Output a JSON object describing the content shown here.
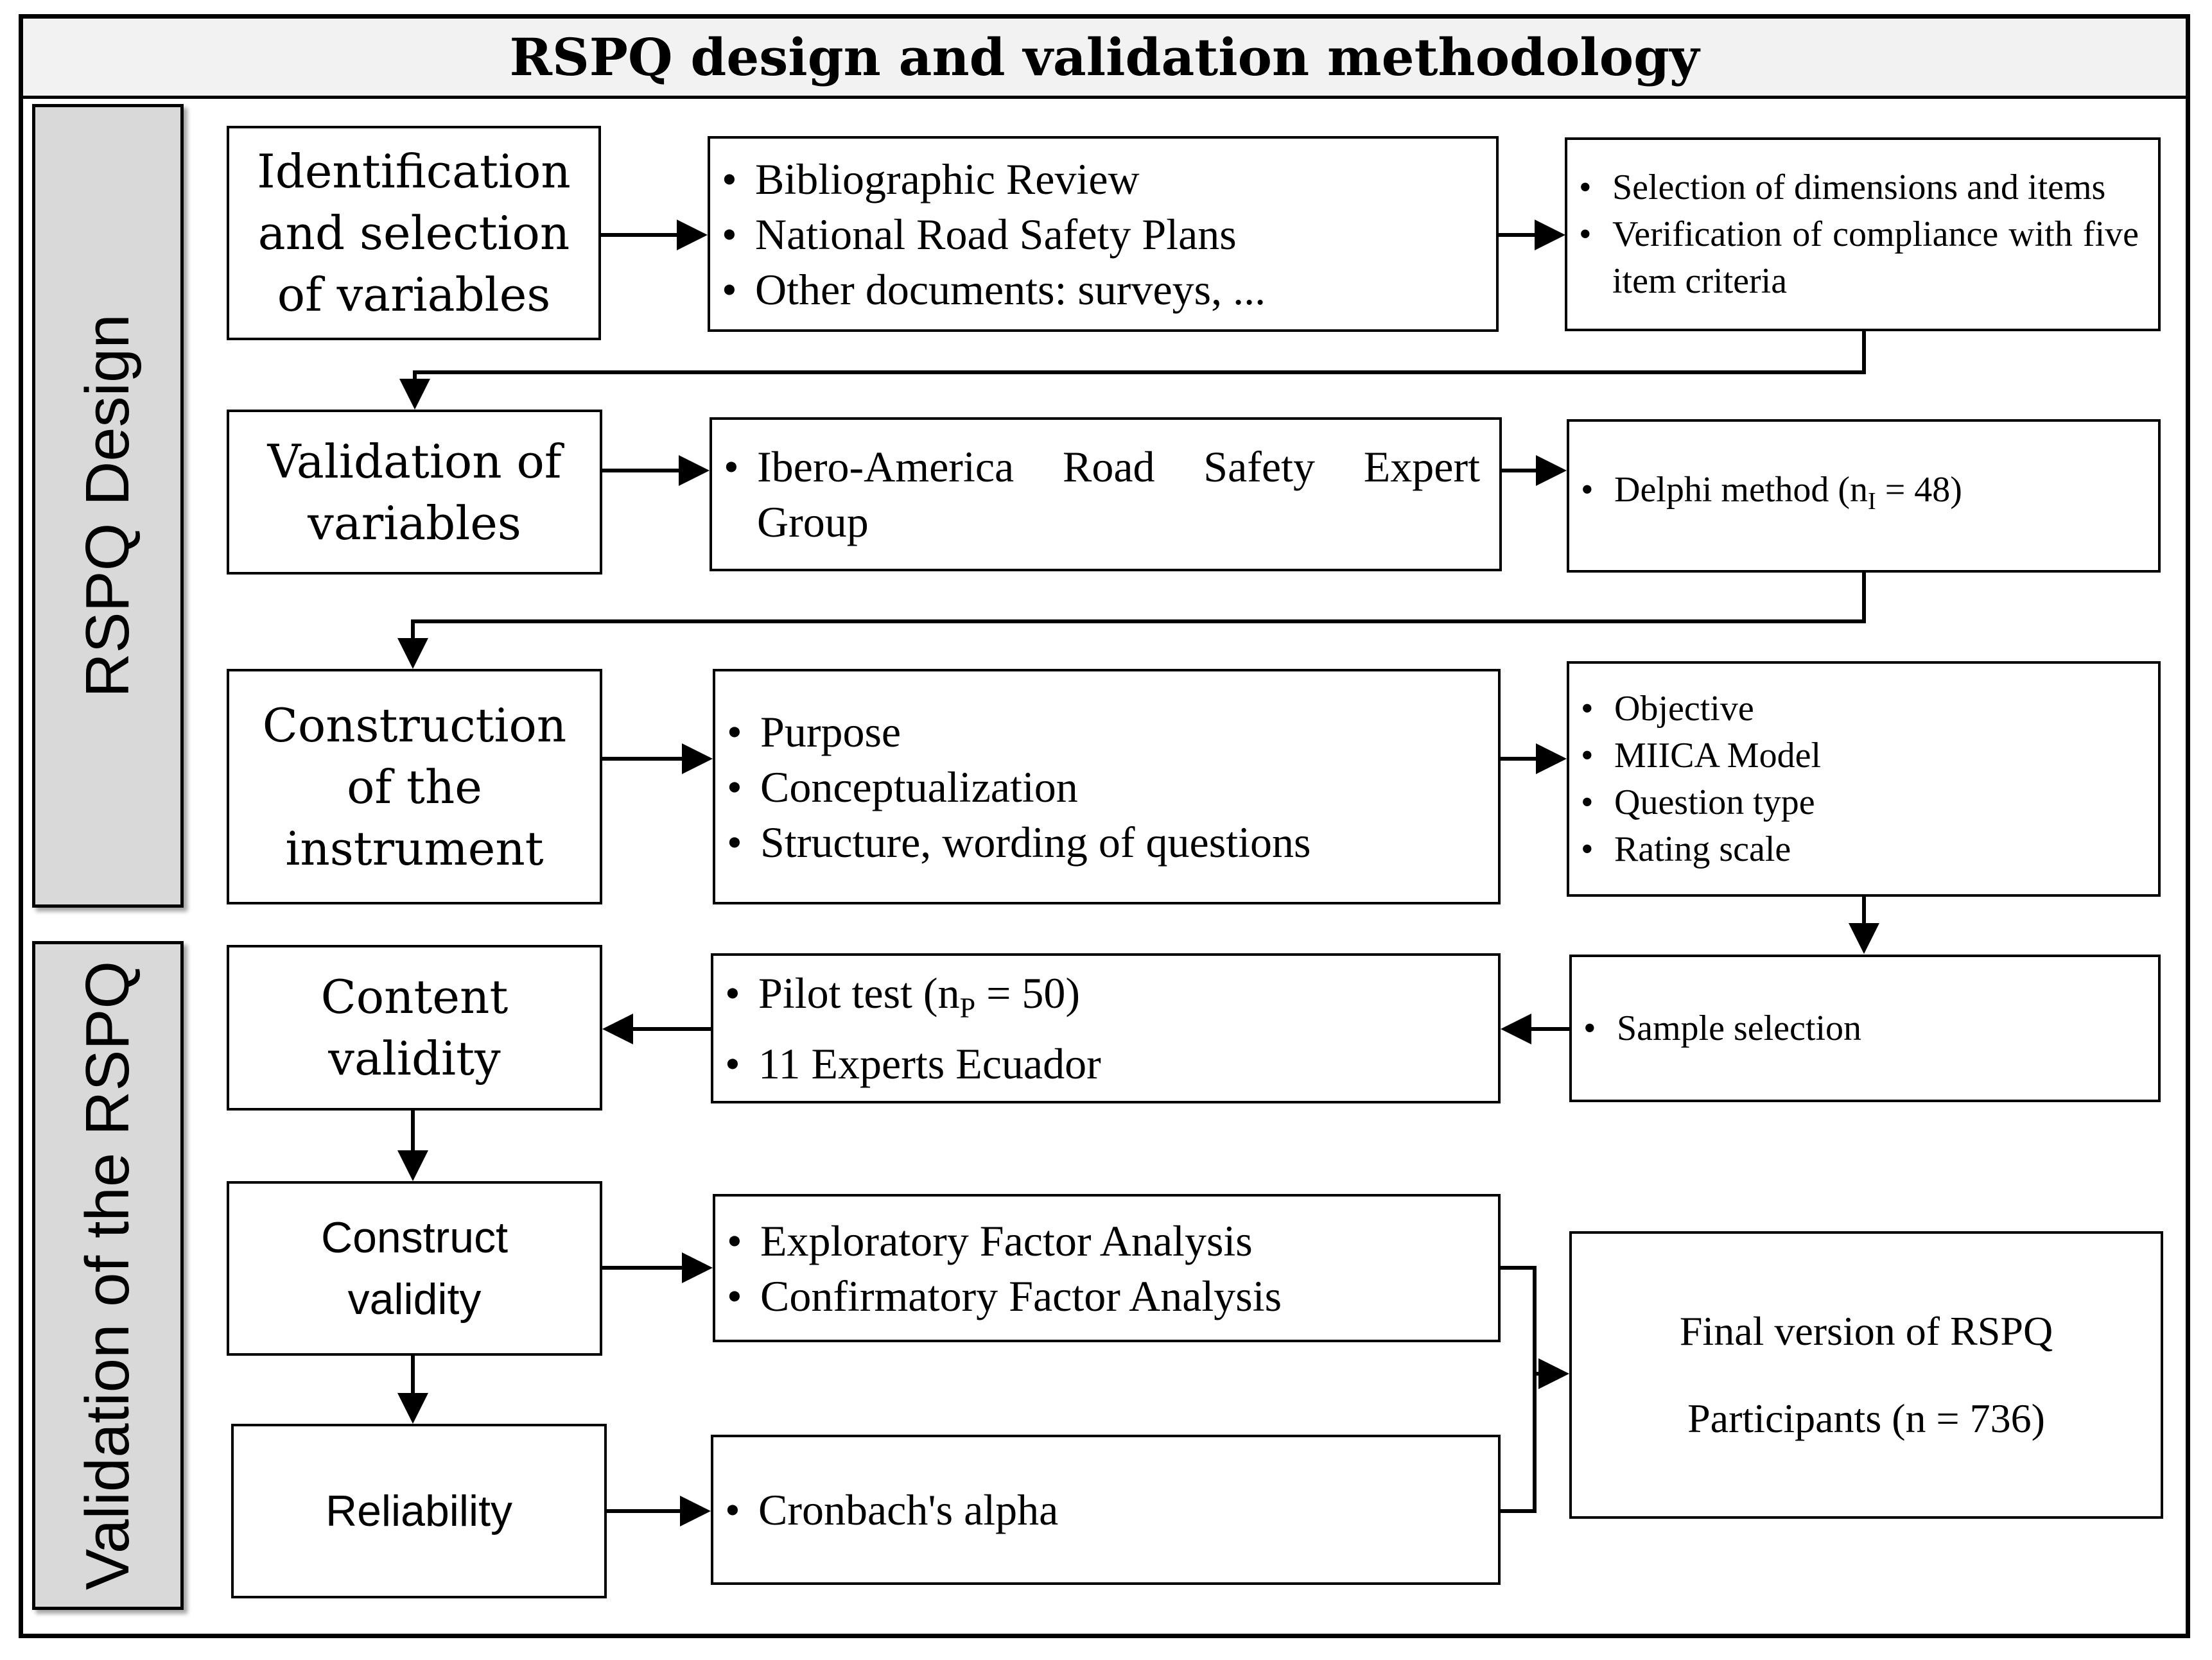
{
  "title": "RSPQ design and validation methodology",
  "sections": {
    "design_label": "RSPQ Design",
    "validation_label": "Validation of the RSPQ"
  },
  "rows": {
    "identification": {
      "stage": [
        "Identification",
        "and selection",
        "of variables"
      ],
      "sources": [
        "Bibliographic Review",
        "National Road Safety Plans",
        "Other documents: surveys, ..."
      ],
      "outputs": [
        "Selection of dimensions and items",
        "Verification of compliance with five item criteria"
      ]
    },
    "validation": {
      "stage": [
        "Validation of",
        "variables"
      ],
      "sources": [
        "Ibero-America Road Safety Expert Group"
      ],
      "outputs": {
        "prefix": "Delphi method (n",
        "subscript": "I",
        "suffix": " = 48)"
      }
    },
    "construction": {
      "stage": [
        "Construction",
        "of the",
        "instrument"
      ],
      "sources": [
        "Purpose",
        "Conceptualization",
        "Structure, wording of questions"
      ],
      "outputs": [
        "Objective",
        "MIICA Model",
        "Question type",
        "Rating scale"
      ]
    },
    "content": {
      "stage": [
        "Content",
        "validity"
      ],
      "pilot": {
        "prefix": "Pilot test (n",
        "subscript": "P",
        "suffix": " = 50)"
      },
      "experts": "11 Experts Ecuador",
      "sample": "Sample selection"
    },
    "construct": {
      "stage": [
        "Construct",
        "validity"
      ],
      "analyses": [
        "Exploratory Factor Analysis",
        "Confirmatory Factor Analysis"
      ]
    },
    "reliability": {
      "stage": "Reliability",
      "method": "Cronbach's alpha"
    }
  },
  "final": {
    "line1": "Final version of RSPQ",
    "line2": "Participants (n = 736)"
  }
}
